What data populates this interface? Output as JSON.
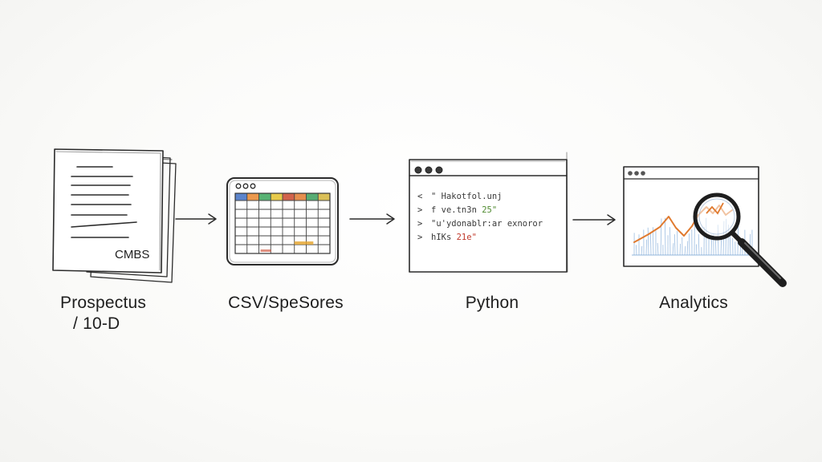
{
  "stages": [
    {
      "label_line1": "Prospectus",
      "label_line2": "/ 10-D",
      "doc_tag": "CMBS"
    },
    {
      "label": "CSV/SpeSores"
    },
    {
      "label": "Python"
    },
    {
      "label": "Analytics"
    }
  ],
  "code_lines": [
    {
      "marker": "<",
      "text": "\" Hakotfol.unj",
      "color": "#3a3a3a"
    },
    {
      "marker": ">",
      "text": "f ve.tn3n  25\"",
      "color": "#3a3a3a",
      "accent": "25\"",
      "accent_color": "#4f8a2f"
    },
    {
      "marker": ">",
      "text": "\"u'ydonablr:ar exnoror",
      "color": "#3a3a3a"
    },
    {
      "marker": ">",
      "text": "hIKs  21e\"",
      "color": "#3a3a3a",
      "accent": "21e\"",
      "accent_color": "#c0392b"
    }
  ],
  "colors": {
    "ink": "#2b2b2b",
    "sheet_header": [
      "#3f6fc2",
      "#e8862d",
      "#3aa55a",
      "#e3c12b",
      "#c9462d",
      "#e07a2f",
      "#3a9d5a",
      "#d4b43a"
    ],
    "chart_line": "#e07a2f",
    "chart_spikes": "#4a86c8"
  },
  "icons": [
    "document-stack-icon",
    "spreadsheet-window-icon",
    "code-window-icon",
    "analytics-window-icon",
    "magnifier-icon",
    "arrow-icon"
  ]
}
